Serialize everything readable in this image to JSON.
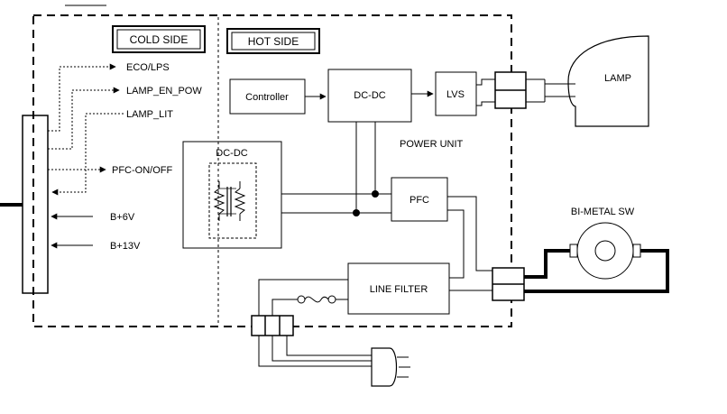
{
  "labels": {
    "cold_side": "COLD SIDE",
    "hot_side": "HOT SIDE",
    "eco_lps": "ECO/LPS",
    "lamp_en_pow": "LAMP_EN_POW",
    "lamp_lit": "LAMP_LIT",
    "pfc_on_off": "PFC-ON/OFF",
    "b_plus_6v": "B+6V",
    "b_plus_13v": "B+13V",
    "controller": "Controller",
    "dc_dc_main": "DC-DC",
    "lvs": "LVS",
    "lamp": "LAMP",
    "power_unit": "POWER UNIT",
    "dc_dc_transformer": "DC-DC",
    "pfc": "PFC",
    "bi_metal_sw": "BI-METAL SW",
    "line_filter": "LINE FILTER"
  },
  "colors": {
    "stroke": "#000000",
    "background": "#ffffff"
  }
}
